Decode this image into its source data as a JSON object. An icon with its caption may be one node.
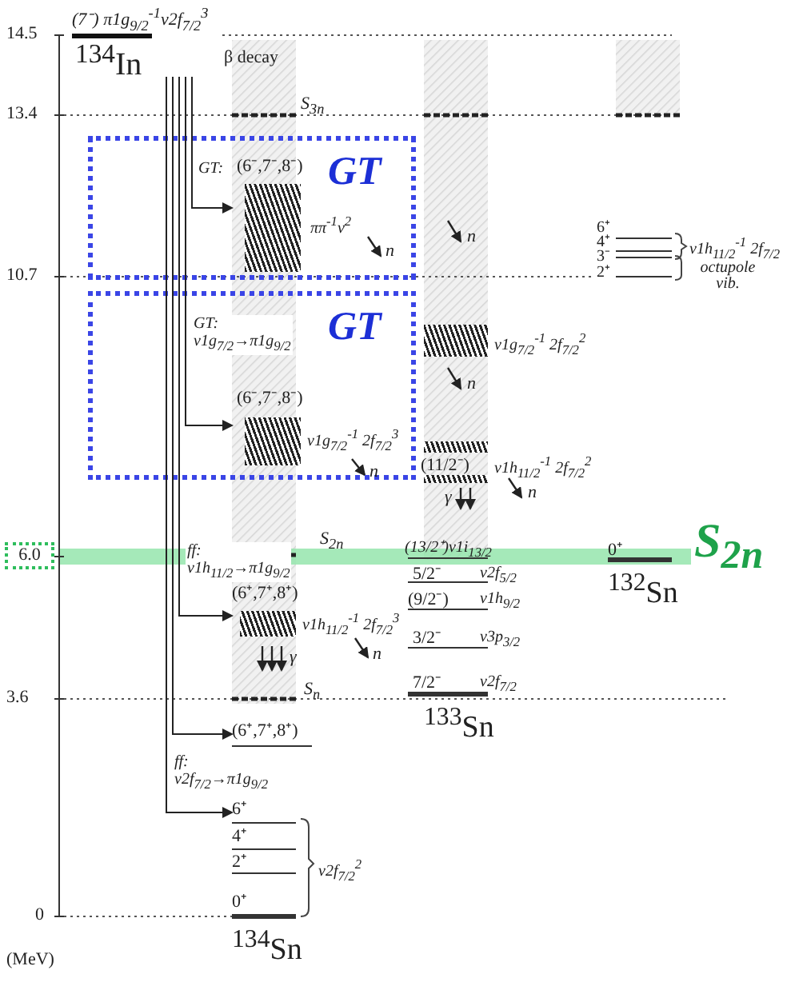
{
  "diagram": {
    "nodes": [
      {
        "text": [
          "(7⁻) π1g$_{9/2}$$^{-1}$ν2f$_{7/2}$$^{3}$",
          "$^{134}$In"
        ]
      },
      {
        "text": [
          "GT"
        ]
      },
      {
        "text": [
          "(6⁻,7⁻,8⁻)"
        ],
        "beside": [
          "ππ$^{-1}$ν$^{2}$"
        ],
        "in": 1
      },
      {
        "text": [
          "GT"
        ]
      },
      {
        "text": [
          "(6⁻,7⁻,8⁻)"
        ],
        "beside": [
          "ν1g$_{7/2}$$^{-1}$ 2f$_{7/2}$$^{3}$"
        ],
        "in": 3
      },
      {
        "text": [
          "6.0"
        ]
      },
      {
        "text": [
          "(6⁺,7⁺,8⁺)"
        ],
        "beside": [
          "ν1h$_{11/2}$$^{-1}$ 2f$_{7/2}$$^{3}$"
        ]
      },
      {
        "text": [
          "(6⁺,7⁺,8⁺)"
        ]
      },
      {
        "text": [
          "6⁺"
        ]
      }
    ],
    "edges": [
      {
        "from": 0,
        "to": 2,
        "arrow": "to",
        "label": "GT:"
      },
      {
        "from": 0,
        "to": 4,
        "arrow": "to",
        "label": "GT: ν1g$_{7/2}$→π1g$_{9/2}$"
      },
      {
        "from": 0,
        "to": 6,
        "arrow": "to",
        "label": "ff: ν1h$_{11/2}$→π1g$_{9/2}$"
      },
      {
        "from": 0,
        "to": 7,
        "arrow": "to"
      },
      {
        "from": 0,
        "to": 8,
        "arrow": "to",
        "label": "ff: ν2f$_{7/2}$→π1g$_{9/2}$"
      }
    ],
    "labels": [
      "14.5",
      "β decay",
      "13.4",
      "S$_{3n}$",
      "n",
      "n",
      "10.7",
      "6⁺",
      "ν1h$_{11/2}$$^{-1}$ 2f$_{7/2}$",
      "4⁺",
      "3⁻",
      "octupole vib.",
      "2⁺",
      "ν1g$_{7/2}$$^{-1}$ 2f$_{7/2}$$^{2}$",
      "n",
      "(11/2⁻)",
      "ν1h$_{11/2}$$^{-1}$ 2f$_{7/2}$$^{2}$",
      "γ",
      "n",
      "S$_{2n}$",
      "(13/2⁺)ν1i$_{13/2}$",
      "0⁺",
      "S$_{2n}$",
      "5/2⁻",
      "ν2f$_{5/2}$",
      "$^{132}$Sn",
      "(9/2⁻)",
      "ν1h$_{9/2}$",
      "γ",
      "n",
      "3/2⁻",
      "ν3p$_{3/2}$",
      "3.6",
      "S$_{n}$",
      "7/2⁻",
      "ν2f$_{7/2}$",
      "$^{133}$Sn",
      "4⁺",
      "ν2f$_{7/2}$$^{2}$",
      "2⁺",
      "0⁺",
      "0",
      "$^{134}$Sn",
      "(MeV)",
      "n"
    ]
  }
}
